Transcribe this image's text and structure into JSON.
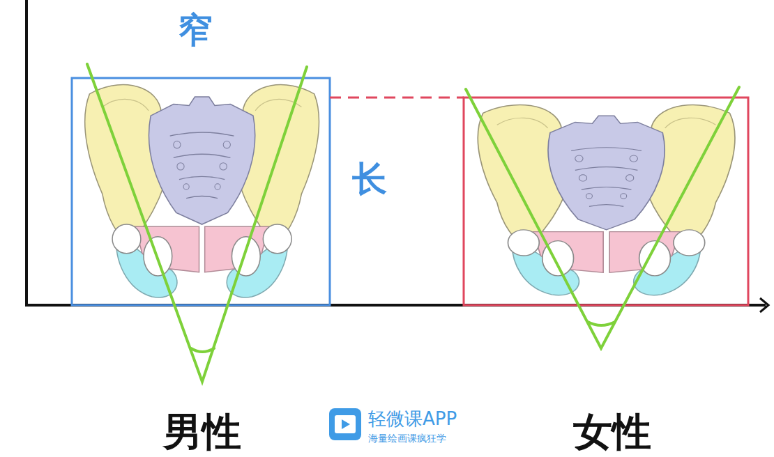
{
  "diagram": {
    "labels": [
      "窄",
      "长",
      "男性",
      "女性",
      "轻微课APP",
      "海量绘画课疯狂学"
    ]
  }
}
